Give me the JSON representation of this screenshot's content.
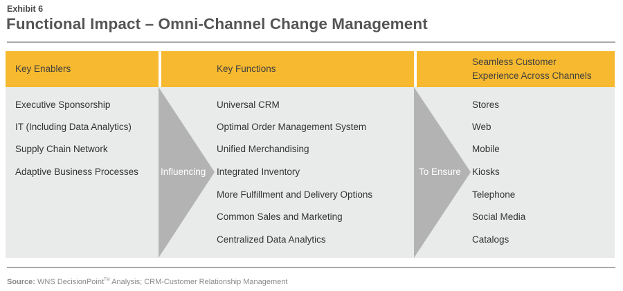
{
  "exhibit_label": "Exhibit 6",
  "title": "Functional Impact – Omni-Channel Change Management",
  "columns": [
    {
      "header_lines": [
        "Key Enablers"
      ],
      "items": [
        "Executive Sponsorship",
        "IT (Including Data Analytics)",
        "Supply Chain Network",
        "Adaptive Business Processes"
      ]
    },
    {
      "header_lines": [
        "Key Functions"
      ],
      "items": [
        "Universal CRM",
        "Optimal Order Management System",
        "Unified Merchandising",
        "Integrated Inventory",
        "More Fulfillment and Delivery Options",
        "Common Sales and Marketing",
        "Centralized Data Analytics"
      ]
    },
    {
      "header_lines": [
        "Seamless Customer",
        "Experience Across Channels"
      ],
      "items": [
        "Stores",
        "Web",
        "Mobile",
        "Kiosks",
        "Telephone",
        "Social Media",
        "Catalogs"
      ]
    }
  ],
  "connectors": [
    {
      "label": "Influencing"
    },
    {
      "label": "To Ensure"
    }
  ],
  "source": {
    "label": "Source:",
    "text_before_tm": " WNS DecisionPoint",
    "trademark": "TM",
    "text_after_tm": " Analysis; CRM-Customer Relationship Management"
  },
  "colors": {
    "header_band": "#f7b92f",
    "body_band": "#e9ebeb",
    "arrow": "#b3b3b3",
    "rule": "#a9a9a9"
  }
}
